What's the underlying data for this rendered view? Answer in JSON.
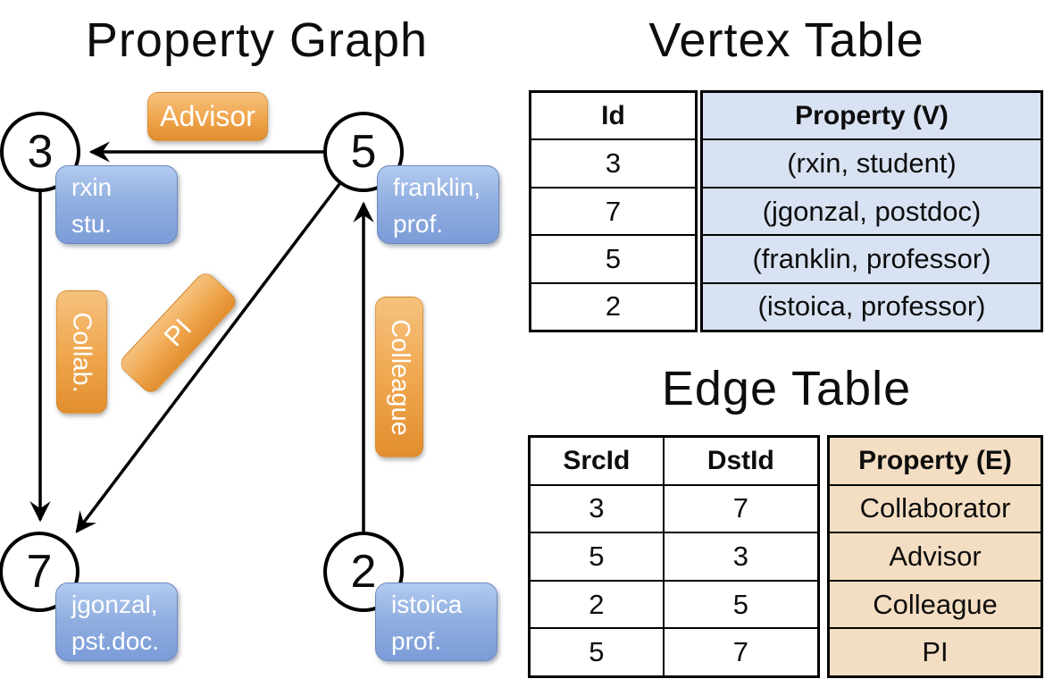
{
  "graph": {
    "title": "Property Graph",
    "nodes": [
      {
        "id": "3",
        "property_line1": "rxin",
        "property_line2": "stu."
      },
      {
        "id": "5",
        "property_line1": "franklin,",
        "property_line2": "prof."
      },
      {
        "id": "7",
        "property_line1": "jgonzal,",
        "property_line2": "pst.doc."
      },
      {
        "id": "2",
        "property_line1": "istoica",
        "property_line2": "prof."
      }
    ],
    "edge_labels": {
      "advisor": "Advisor",
      "collab": "Collab.",
      "pi": "PI",
      "colleague": "Colleague"
    }
  },
  "vertex_table": {
    "title": "Vertex Table",
    "id_header": "Id",
    "property_header": "Property (V)",
    "rows": [
      {
        "id": "3",
        "property": "(rxin, student)"
      },
      {
        "id": "7",
        "property": "(jgonzal, postdoc)"
      },
      {
        "id": "5",
        "property": "(franklin, professor)"
      },
      {
        "id": "2",
        "property": "(istoica, professor)"
      }
    ]
  },
  "edge_table": {
    "title": "Edge Table",
    "src_header": "SrcId",
    "dst_header": "DstId",
    "property_header": "Property (E)",
    "rows": [
      {
        "src": "3",
        "dst": "7",
        "property": "Collaborator"
      },
      {
        "src": "5",
        "dst": "3",
        "property": "Advisor"
      },
      {
        "src": "2",
        "dst": "5",
        "property": "Colleague"
      },
      {
        "src": "5",
        "dst": "7",
        "property": "PI"
      }
    ]
  },
  "colors": {
    "orange_label_top": "#F6C27E",
    "orange_label_bottom": "#E18E2E",
    "blue_pill_top": "#B2CBF0",
    "blue_pill_bottom": "#7B9CD8",
    "vertex_property_fill": "#D9E2F2",
    "edge_property_fill": "#F4DEC3",
    "line_color": "#000000"
  }
}
